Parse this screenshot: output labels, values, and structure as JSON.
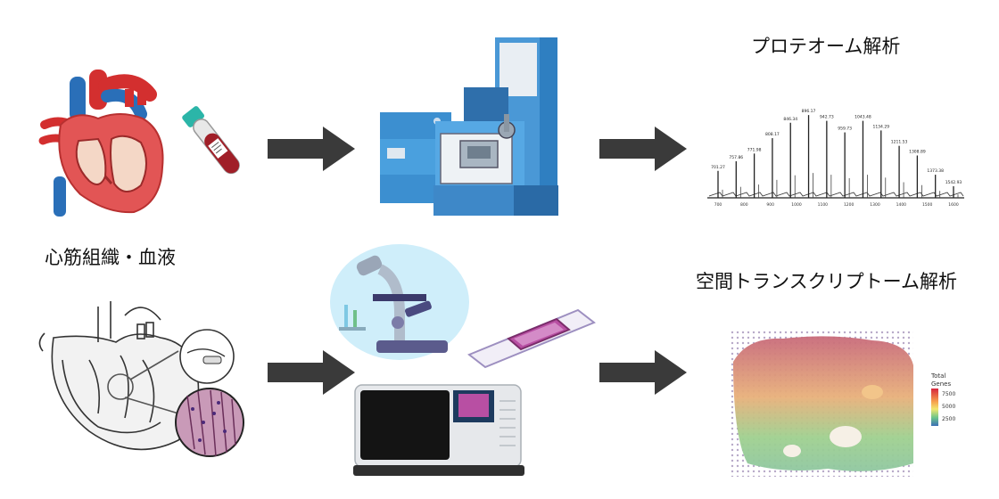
{
  "labels": {
    "proteome": "プロテオーム解析",
    "tissue": "心筋組織・血液",
    "spatial": "空間トランスクリプトーム解析"
  },
  "spectrum": {
    "peaks": [
      {
        "label": "701.27",
        "height": 0.28
      },
      {
        "label": "757.86",
        "height": 0.38
      },
      {
        "label": "771.98",
        "height": 0.46
      },
      {
        "label": "808.17",
        "height": 0.62
      },
      {
        "label": "846.34",
        "height": 0.78
      },
      {
        "label": "896.17",
        "height": 0.86
      },
      {
        "label": "942.73",
        "height": 0.8
      },
      {
        "label": "959.73",
        "height": 0.68
      },
      {
        "label": "1043.48",
        "height": 0.8
      },
      {
        "label": "1134.29",
        "height": 0.7
      },
      {
        "label": "1211.53",
        "height": 0.54
      },
      {
        "label": "1308.89",
        "height": 0.44
      },
      {
        "label": "1373.38",
        "height": 0.24
      },
      {
        "label": "1542.93",
        "height": 0.12
      }
    ],
    "x_ticks": [
      "700",
      "800",
      "900",
      "1000",
      "1100",
      "1200",
      "1300",
      "1400",
      "1500",
      "1600"
    ]
  },
  "legend": {
    "title_line1": "Total",
    "title_line2": "Genes",
    "values": [
      "7500",
      "5000",
      "2500"
    ]
  },
  "colors": {
    "arrow": "#3a3a3a",
    "instrument_blue": "#2f7fc1",
    "tube_red": "#a01f28",
    "slide_purple": "#b84fa3"
  }
}
